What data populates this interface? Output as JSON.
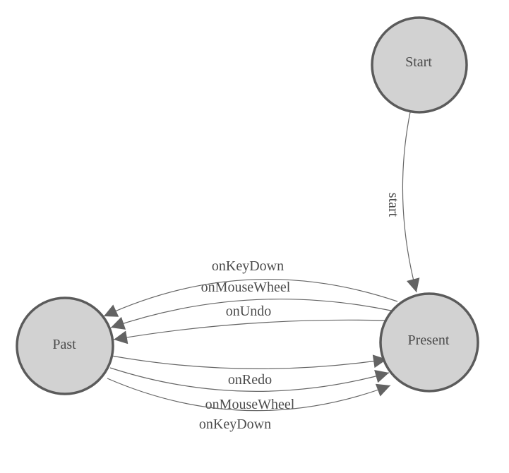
{
  "diagram": {
    "background": "#ffffff",
    "colors": {
      "node_fill": "#d2d2d2",
      "node_stroke": "#5b5b5b",
      "edge_stroke": "#666666",
      "arrow_fill": "#636363",
      "label_text": "#4c4c4c"
    },
    "nodes": [
      {
        "id": "start",
        "label": "Start"
      },
      {
        "id": "past",
        "label": "Past"
      },
      {
        "id": "present",
        "label": "Present"
      }
    ],
    "edges": [
      {
        "id": "start-to-present",
        "label": "start",
        "from": "Start",
        "to": "Present"
      },
      {
        "id": "present-to-past-onkeydown",
        "label": "onKeyDown",
        "from": "Present",
        "to": "Past"
      },
      {
        "id": "present-to-past-onmousewheel",
        "label": "onMouseWheel",
        "from": "Present",
        "to": "Past"
      },
      {
        "id": "present-to-past-onundo",
        "label": "onUndo",
        "from": "Present",
        "to": "Past"
      },
      {
        "id": "past-to-present-onredo",
        "label": "onRedo",
        "from": "Past",
        "to": "Present"
      },
      {
        "id": "past-to-present-onmousewheel",
        "label": "onMouseWheel",
        "from": "Past",
        "to": "Present"
      },
      {
        "id": "past-to-present-onkeydown",
        "label": "onKeyDown",
        "from": "Past",
        "to": "Present"
      }
    ]
  }
}
